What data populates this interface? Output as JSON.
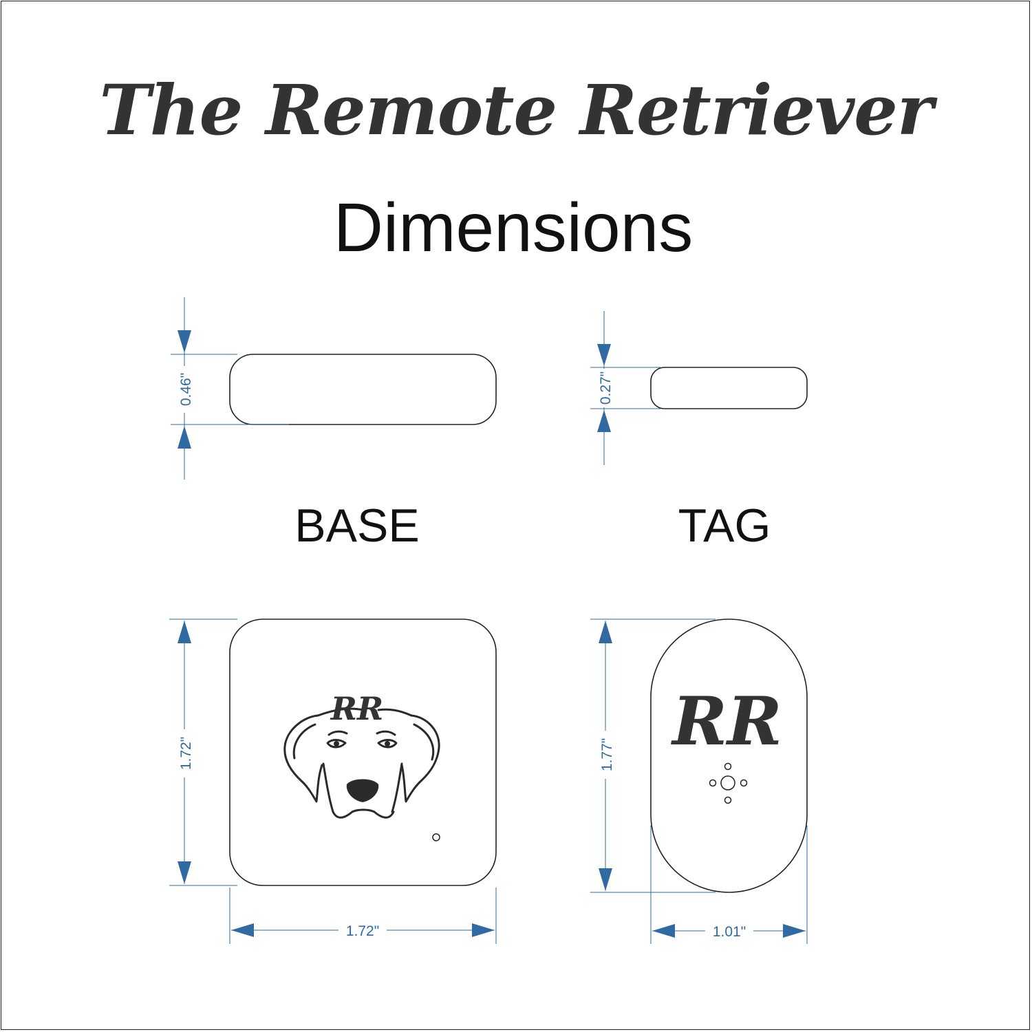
{
  "header": {
    "brand": "The Remote Retriever",
    "title": "Dimensions"
  },
  "colors": {
    "dimension_line": "#2f6aa3",
    "outline": "#222222",
    "brand_text": "#333333"
  },
  "products": {
    "base": {
      "label": "BASE",
      "height_label": "0.46\"",
      "depth_label": "1.72\"",
      "width_label": "1.72\"",
      "monogram": "RR",
      "icon": "retriever-dog-face-icon"
    },
    "tag": {
      "label": "TAG",
      "height_label": "0.27\"",
      "length_label": "1.77\"",
      "width_label": "1.01\"",
      "monogram": "RR",
      "icon": "button-dots-icon"
    }
  }
}
